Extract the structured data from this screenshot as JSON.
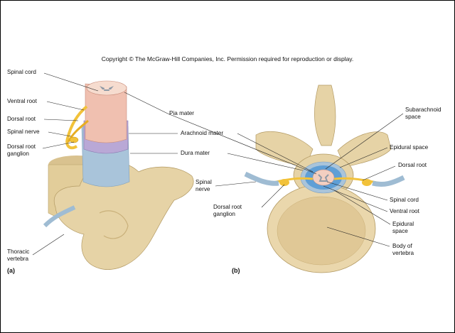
{
  "copyright": "Copyright © The McGraw-Hill Companies, Inc. Permission required for reproduction or display.",
  "panel_a": {
    "label": "(a)",
    "callouts": {
      "spinal_cord": "Spinal cord",
      "ventral_root": "Ventral root",
      "dorsal_root": "Dorsal root",
      "spinal_nerve": "Spinal nerve",
      "dorsal_root_ganglion": [
        "Dorsal root",
        "ganglion"
      ],
      "thoracic_vertebra": [
        "Thoracic",
        "vertebra"
      ]
    }
  },
  "center_labels": {
    "pia_mater": "Pia mater",
    "arachnoid_mater": "Arachnoid mater",
    "dura_mater": "Dura mater"
  },
  "panel_b": {
    "label": "(b)",
    "callouts": {
      "spinal_nerve": [
        "Spinal",
        "nerve"
      ],
      "dorsal_root_ganglion": [
        "Dorsal root",
        "ganglion"
      ],
      "subarachnoid_space": [
        "Subarachnoid",
        "space"
      ],
      "epidural_space_top": "Epidural space",
      "dorsal_root": "Dorsal root",
      "spinal_cord": "Spinal cord",
      "ventral_root": "Ventral root",
      "epidural_space_bottom": [
        "Epidural",
        "space"
      ],
      "body_of_vertebra": [
        "Body of",
        "vertebra"
      ]
    }
  },
  "colors": {
    "bone": "#e6d3a6",
    "bone_shadow": "#c9b07a",
    "spinal_cord": "#f3cfc1",
    "nerve": "#f2c23a",
    "arachnoid": "#b9a8d6",
    "dura": "#a9c4da",
    "csf": "#5f9fd6"
  }
}
